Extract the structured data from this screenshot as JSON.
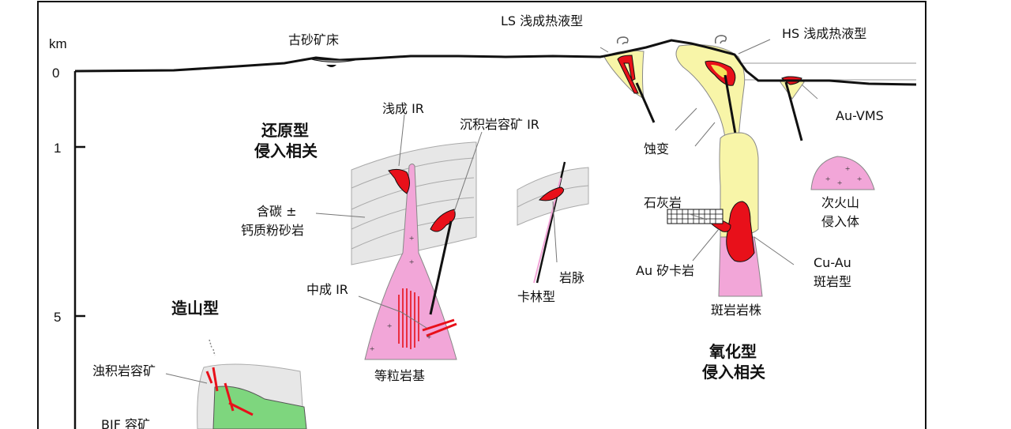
{
  "axis": {
    "unit": "km",
    "ticks": [
      "0",
      "1",
      "5"
    ]
  },
  "labels": {
    "paleo_placer": "古砂矿床",
    "ls_epithermal": "LS 浅成热液型",
    "hs_epithermal": "HS 浅成热液型",
    "au_vms": "Au-VMS",
    "alteration": "蚀变",
    "reduced_title_1": "还原型",
    "reduced_title_2": "侵入相关",
    "shallow_ir": "浅成 IR",
    "sediment_hosted_ir": "沉积岩容矿 IR",
    "carbonaceous_1": "含碳 ±",
    "carbonaceous_2": "钙质粉砂岩",
    "limestone": "石灰岩",
    "subvolcanic_1": "次火山",
    "subvolcanic_2": "侵入体",
    "mesozonal_ir": "中成 IR",
    "dike": "岩脉",
    "carlin": "卡林型",
    "au_skarn": "Au 矽卡岩",
    "cu_au_1": "Cu-Au",
    "cu_au_2": "斑岩型",
    "porphyry_stock": "斑岩岩株",
    "orogenic": "造山型",
    "equigranular": "等粒岩基",
    "oxidized_title_1": "氧化型",
    "oxidized_title_2": "侵入相关",
    "turbidite_hosted": "浊积岩容矿",
    "bif_hosted": "BIF 容矿"
  },
  "colors": {
    "ore": "#e8101a",
    "alteration_yellow": "#f8f5a8",
    "intrusion_pink": "#f2a6d8",
    "sediment_gray": "#e7e7e7",
    "greenstone": "#7ed67e",
    "outline": "#111111"
  }
}
